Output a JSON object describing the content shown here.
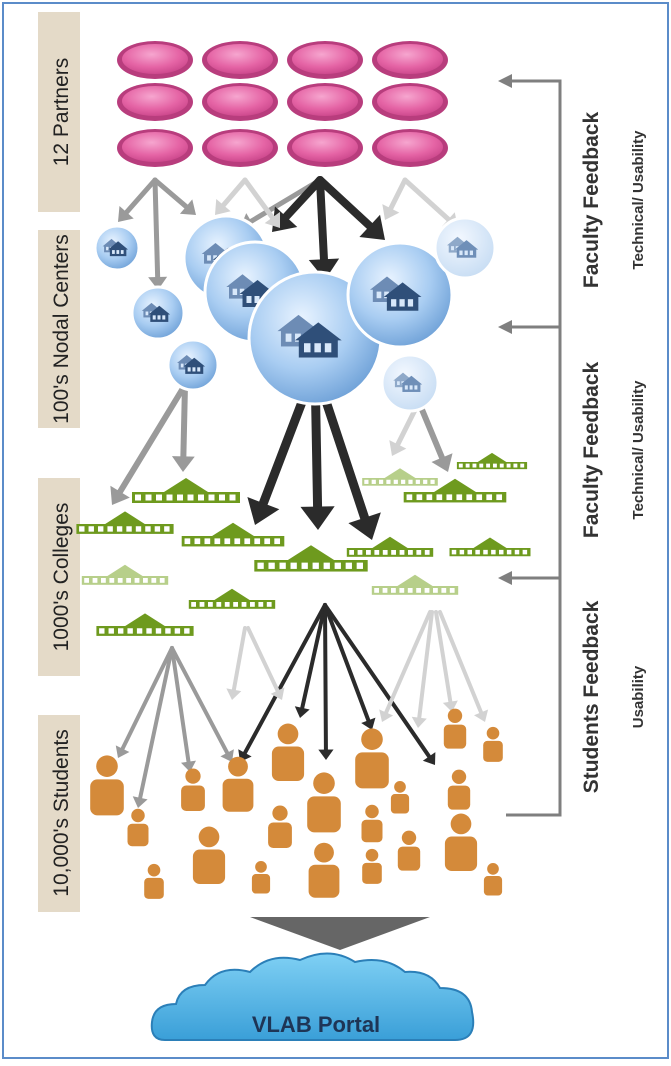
{
  "tiers": [
    {
      "label": "12 Partners"
    },
    {
      "label": "100's Nodal Centers"
    },
    {
      "label": "1000's Colleges"
    },
    {
      "label": "10,000's Students"
    }
  ],
  "feedback": [
    {
      "title": "Faculty Feedback",
      "subtitle": "Technical/ Usability"
    },
    {
      "title": "Faculty Feedback",
      "subtitle": "Technical/ Usability"
    },
    {
      "title": "Students Feedback",
      "subtitle": "Usability"
    }
  ],
  "portal": {
    "label": "VLAB Portal"
  },
  "colors": {
    "partner": "#e75fa1",
    "partner_ring": "#b83d7d",
    "nodal": "#9fc7ef",
    "house": "#2f4f79",
    "college": "#6e9a1e",
    "student": "#d48a3a",
    "dark_arrow": "#2b2b2b",
    "mid_arrow": "#9a9a9a",
    "light_arrow": "#d2d2d2",
    "tier_label_bg": "#e4dac8",
    "cloud": "#4fb3e6",
    "border": "#5b8cc9"
  },
  "icons": [
    "partner-ellipse-icon",
    "nodal-center-house-icon",
    "college-building-icon",
    "student-person-icon",
    "cloud-icon"
  ]
}
